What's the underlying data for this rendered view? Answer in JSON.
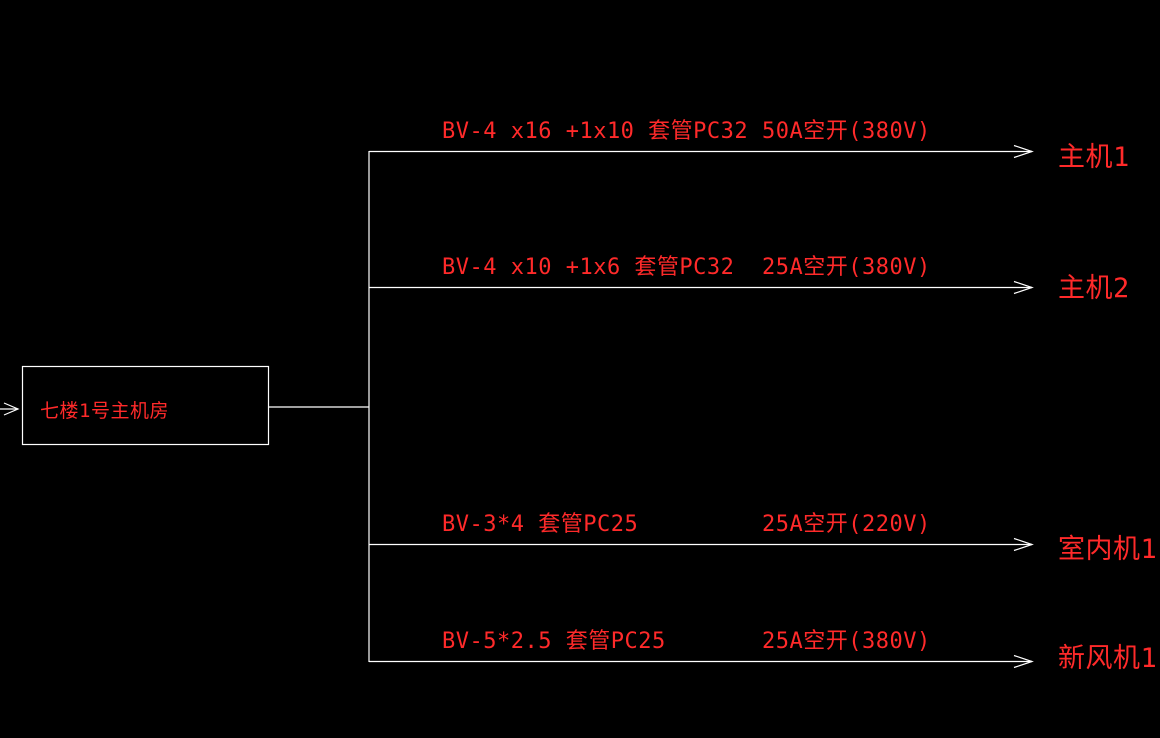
{
  "source": {
    "label": "七楼1号主机房"
  },
  "branches": [
    {
      "cable": "BV-4 x16 +1x10  套管PC32",
      "breaker": "50A空开(380V)",
      "dest": "主机1"
    },
    {
      "cable": "BV-4 x10 +1x6  套管PC32",
      "breaker": "25A空开(380V)",
      "dest": "主机2"
    },
    {
      "cable": "BV-3*4  套管PC25",
      "breaker": "25A空开(220V)",
      "dest": "室内机1"
    },
    {
      "cable": "BV-5*2.5  套管PC25",
      "breaker": "25A空开(380V)",
      "dest": "新风机1"
    }
  ],
  "colors": {
    "line": "#ffffff",
    "text": "#ff2a2a",
    "background": "#000000"
  }
}
